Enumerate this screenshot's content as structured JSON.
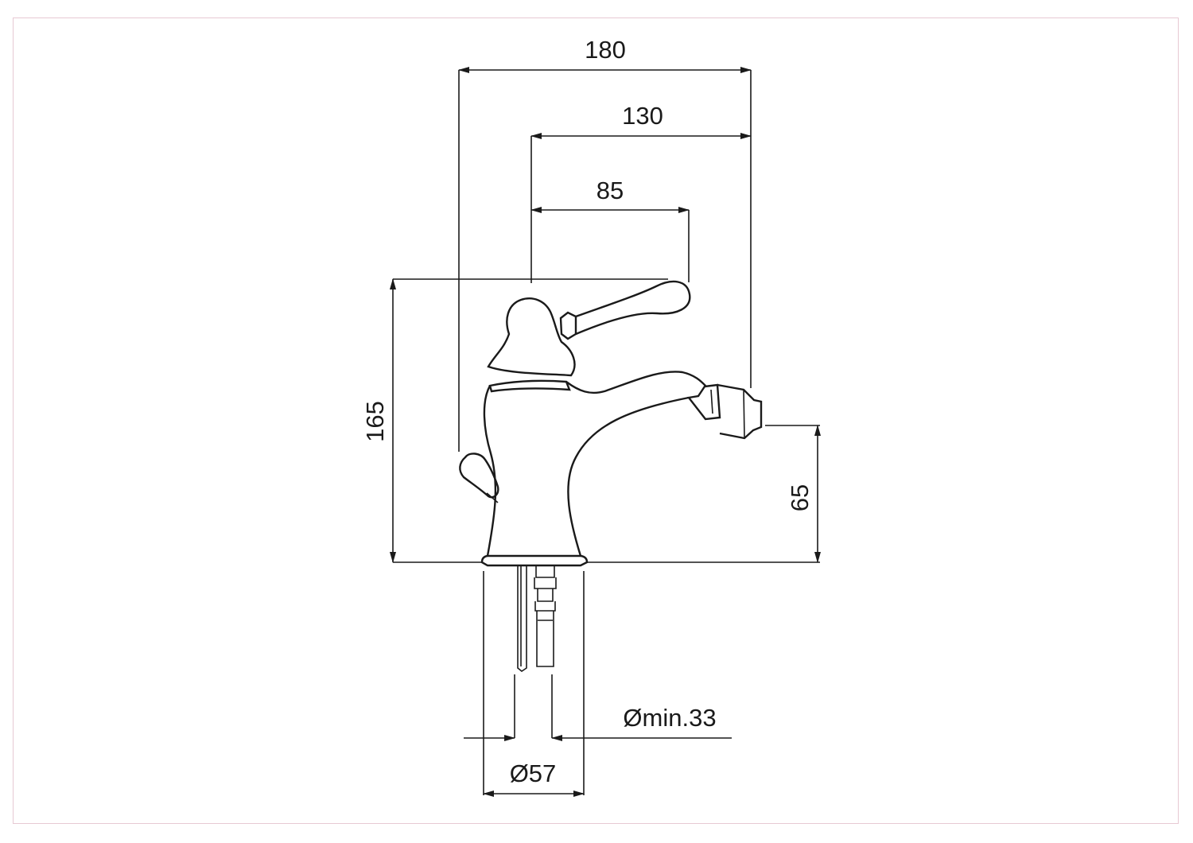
{
  "dimensions": {
    "overall_length": "180",
    "spout_reach": "130",
    "lever_reach": "85",
    "overall_height": "165",
    "spout_height": "65",
    "hole_min_diameter": "Ømin.33",
    "base_diameter": "Ø57"
  },
  "colors": {
    "frame": "#e7c9d3",
    "ink": "#1a1a1a"
  }
}
